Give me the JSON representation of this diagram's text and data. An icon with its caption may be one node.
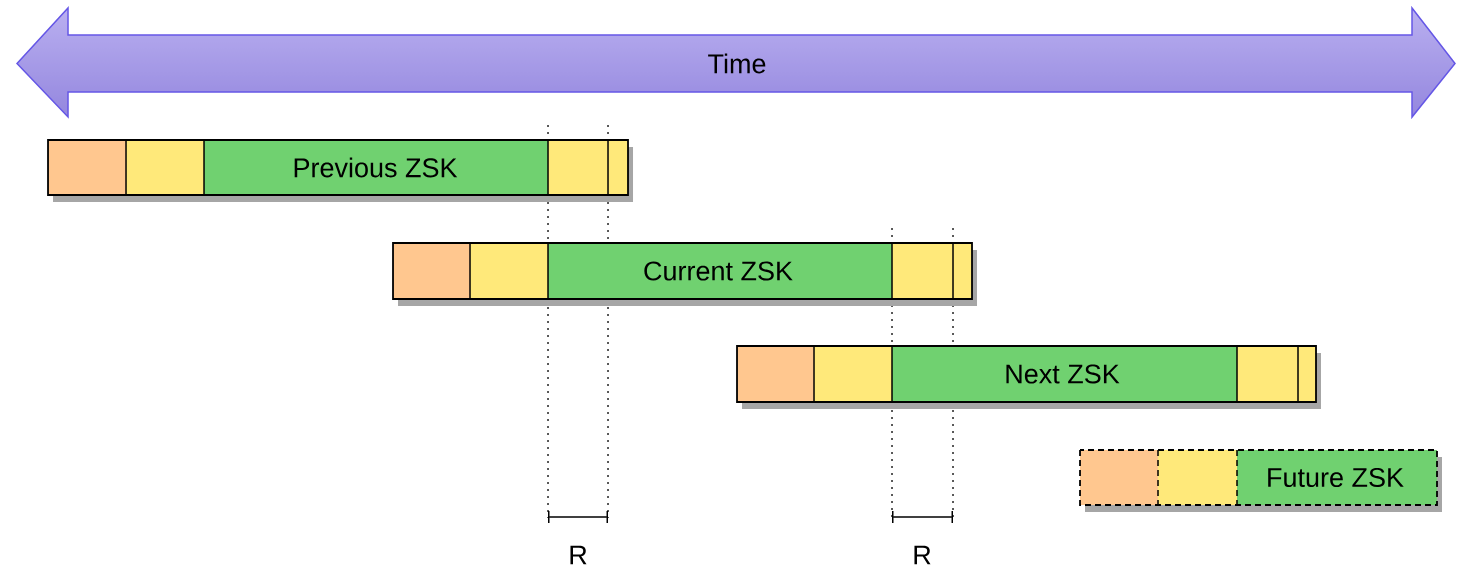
{
  "diagram": {
    "nodes": [
      {
        "text": [
          "Time"
        ]
      },
      {
        "text": [
          "Previous ZSK"
        ]
      },
      {
        "text": [
          "Current ZSK"
        ]
      },
      {
        "text": [
          "Next ZSK"
        ]
      },
      {
        "text": [
          "Future ZSK"
        ]
      }
    ],
    "labels": [
      "R",
      "R"
    ]
  }
}
